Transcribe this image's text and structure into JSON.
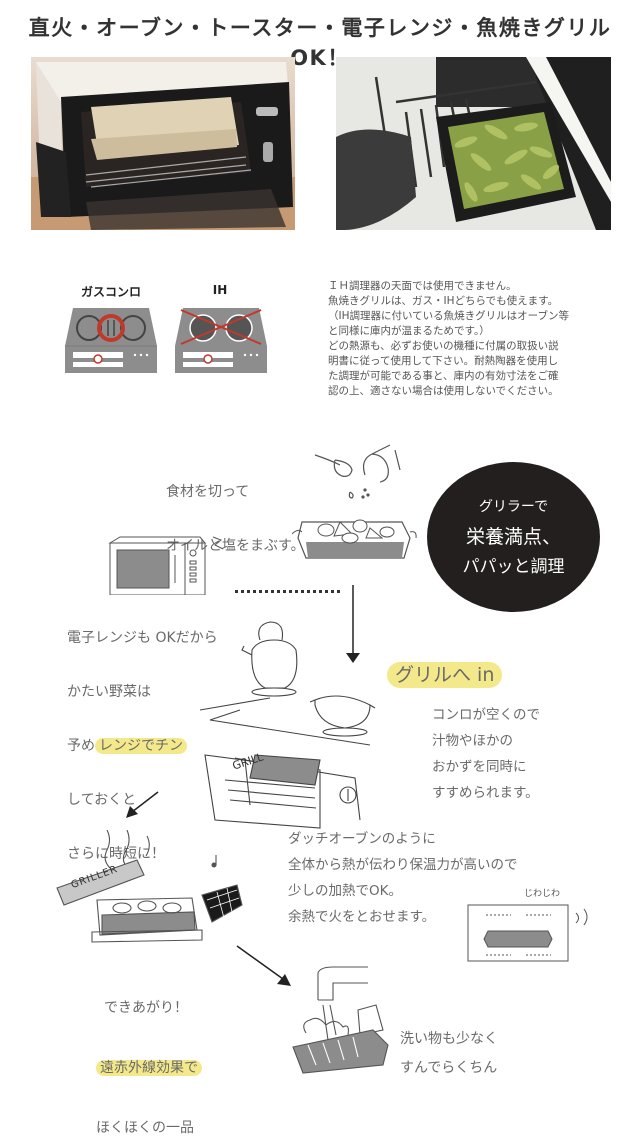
{
  "title": "直火・オーブン・トースター・電子レンジ・魚焼きグリル OK！",
  "photos": [
    {
      "name": "toaster-oven-photo",
      "alt": "Ceramic griller dish inside a toaster oven"
    },
    {
      "name": "fish-grill-photo",
      "alt": "Edamame in griller pulled from fish grill drawer with oven mitt"
    }
  ],
  "stoves": {
    "gas": {
      "label": "ガスコンロ"
    },
    "ih": {
      "label": "IH"
    }
  },
  "notes": {
    "lines": "ＩＨ調理器の天面では使用できません。\n魚焼きグリルは、ガス・IHどちらでも使えます。\n（IH調理器に付いている魚焼きグリルはオーブン等\nと同様に庫内が温まるためです。）\nどの熱源も、必ずお使いの機種に付属の取扱い説\n明書に従って使用して下さい。耐熱陶器を使用し\nた調理が可能である事と、庫内の有効寸法をご確\n認の上、適さない場合は使用しないでください。"
  },
  "illustration": {
    "step1": {
      "line1": "食材を切って",
      "line2": "オイルと塩をまぶす。"
    },
    "badge": {
      "line1": "グリラーで",
      "line2": "栄養満点、",
      "line3": "パパッと調理"
    },
    "microwave": {
      "line1": "電子レンジも OKだから",
      "line2": "かたい野菜は",
      "line3_pre": "予め",
      "line3_hl": "レンジでチン",
      "line4": "しておくと",
      "line5": "さらに時短に！"
    },
    "grill": {
      "heading": "グリルへ in",
      "body": "コンロが空くので\n汁物やほかの\nおかずを同時に\nすすめられます。"
    },
    "dutch": {
      "body": "ダッチオーブンのように\n全体から熱が伝わり保温力が高いので\n少しの加熱でOK。\n余熱で火をとおせます。",
      "sound": "じわじわ"
    },
    "done": {
      "line1": "できあがり！",
      "line2_hl": "遠赤外線効果で",
      "line3": "ほくほくの一品",
      "lid_label": "GRILLER"
    },
    "wash": {
      "body": "洗い物も少なく\nすんでらくちん"
    },
    "drawer_label": "GRILL"
  },
  "colors": {
    "highlight": "#f4e98a",
    "badge_bg": "#231f1e",
    "stove_gray": "#8d8d8d",
    "accent_red": "#c0392b"
  }
}
